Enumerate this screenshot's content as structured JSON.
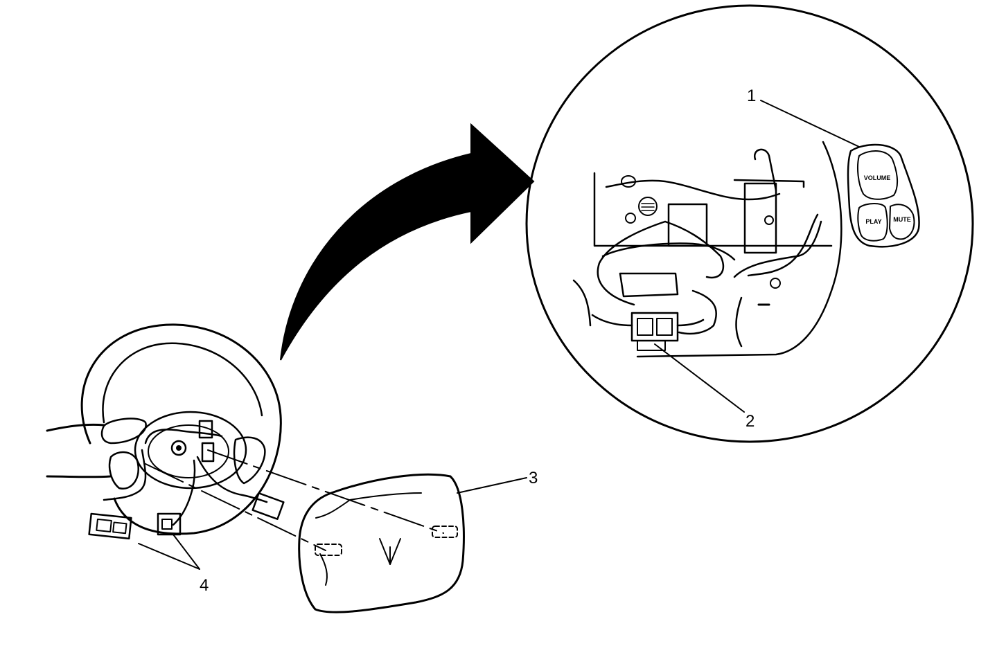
{
  "callouts": [
    {
      "id": "1",
      "text": "1"
    },
    {
      "id": "2",
      "text": "2"
    },
    {
      "id": "3",
      "text": "3"
    },
    {
      "id": "4",
      "text": "4"
    }
  ],
  "control_buttons": {
    "volume": "VOLUME",
    "play": "PLAY",
    "mute": "MUTE"
  }
}
